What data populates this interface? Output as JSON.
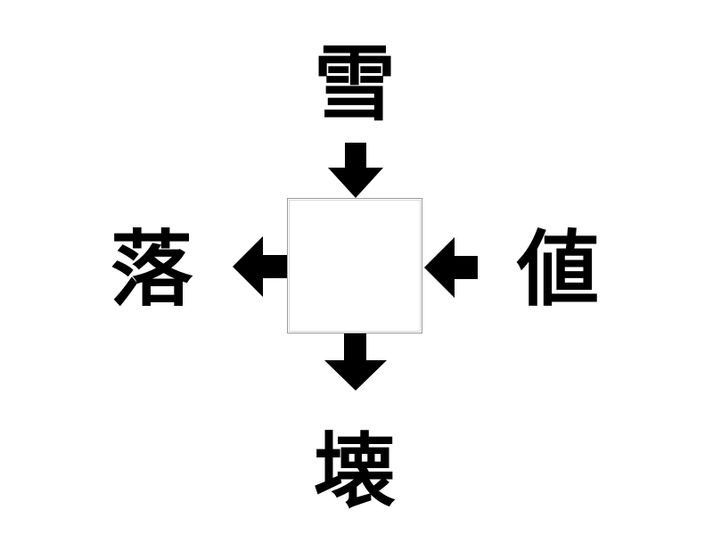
{
  "puzzle": {
    "top": "雪",
    "left": "落",
    "right": "値",
    "bottom": "壊",
    "answer": ""
  },
  "colors": {
    "ink": "#000000",
    "box_border": "#9a9a9a",
    "background": "#ffffff"
  }
}
